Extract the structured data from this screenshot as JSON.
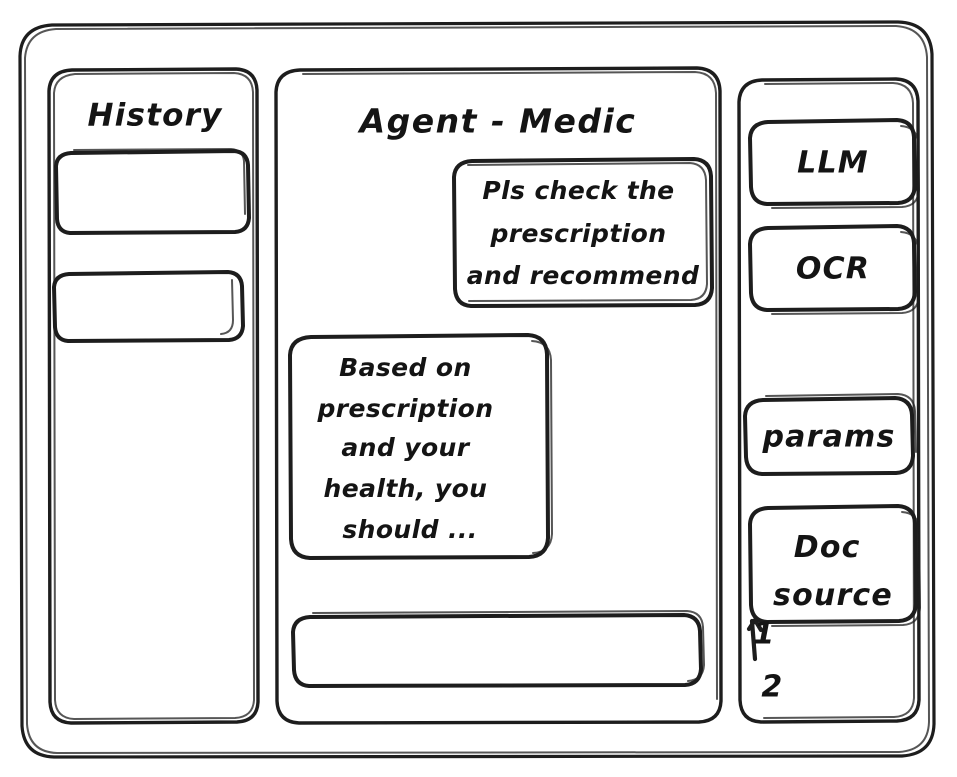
{
  "style": {
    "background": "#ffffff",
    "ink": "#1d1d1d",
    "sketch": true
  },
  "window": {
    "name": "agent-medic-wireframe"
  },
  "sidebar": {
    "title": "History",
    "items": [
      {
        "label": ""
      },
      {
        "label": ""
      }
    ]
  },
  "main": {
    "title": "Agent - Medic",
    "messages": [
      {
        "role": "user",
        "lines": [
          "Pls check the",
          "prescription",
          "and recommend"
        ]
      },
      {
        "role": "assistant",
        "lines": [
          "Based on",
          "prescription",
          "and your",
          "health, you",
          "should ..."
        ]
      }
    ],
    "composer": {
      "value": "",
      "placeholder": ""
    }
  },
  "tools": {
    "buttons": [
      {
        "label": "LLM"
      },
      {
        "label": "OCR"
      },
      {
        "label": "params"
      }
    ],
    "doc_source": {
      "lines": [
        "Doc",
        "source"
      ]
    },
    "annotations": [
      {
        "label": "1"
      },
      {
        "label": "2"
      }
    ]
  }
}
